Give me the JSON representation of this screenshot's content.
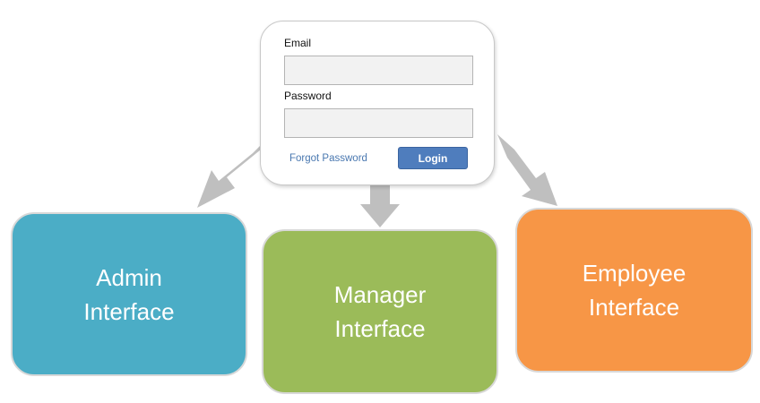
{
  "login": {
    "email_label": "Email",
    "email_value": "",
    "password_label": "Password",
    "password_value": "",
    "forgot_password_label": "Forgot Password",
    "login_button_label": "Login"
  },
  "roles": {
    "admin": {
      "line1": "Admin",
      "line2": "Interface",
      "color": "#4badc6"
    },
    "manager": {
      "line1": "Manager",
      "line2": "Interface",
      "color": "#9bbb59"
    },
    "employee": {
      "line1": "Employee",
      "line2": "Interface",
      "color": "#f79646"
    }
  },
  "colors": {
    "arrow": "#bfbfbf",
    "login_button": "#4f7dbd",
    "link": "#4a78b0"
  }
}
